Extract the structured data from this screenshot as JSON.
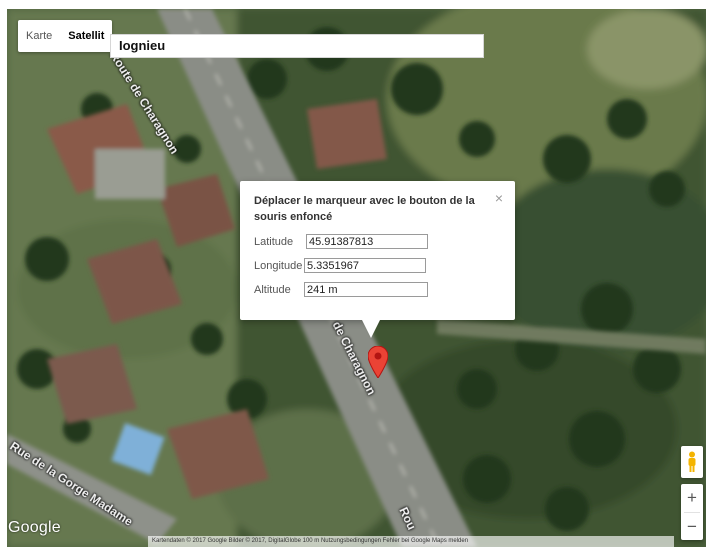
{
  "map_type": {
    "map_label": "Karte",
    "satellite_label": "Satellit",
    "active": "satellite"
  },
  "place": {
    "name": "Iognieu"
  },
  "info": {
    "title": "Déplacer le marqueur avec le bouton de la souris enfoncé",
    "close": "×",
    "fields": {
      "latitude": {
        "label": "Latitude",
        "value": "45.91387813"
      },
      "longitude": {
        "label": "Longitude",
        "value": "5.3351967"
      },
      "altitude": {
        "label": "Altitude",
        "value": "241 m"
      }
    }
  },
  "roads": {
    "top": "Route de Charagnon",
    "middle": "de Charagnon",
    "lower_left": "Rue de la Gorge Madame",
    "bottom": "Rou"
  },
  "controls": {
    "zoom_in": "+",
    "zoom_out": "−",
    "pegman_icon": "pegman-icon"
  },
  "footer": {
    "logo": "Google",
    "attribution": "Kartendaten © 2017 Google Bilder © 2017, DigitalGlobe   100 m   Nutzungsbedingungen   Fehler bei Google Maps melden"
  },
  "colors": {
    "marker": "#ea4335",
    "road": "#8a8d86"
  }
}
